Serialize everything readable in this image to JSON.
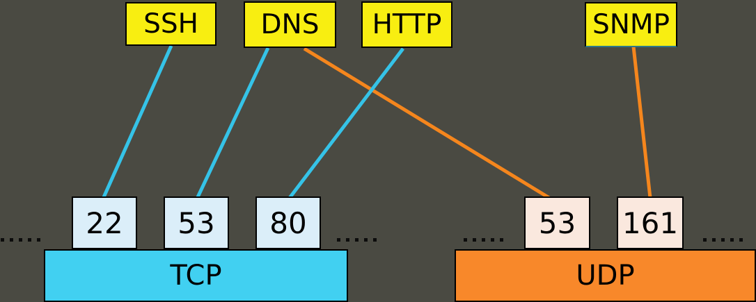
{
  "colors": {
    "background": "#4a4a42",
    "protocol_box_fill": "#f8ee11",
    "tcp_bar_fill": "#41d0f1",
    "tcp_port_fill": "#dbeef9",
    "udp_bar_fill": "#f8882a",
    "udp_port_fill": "#fae8de",
    "tcp_line": "#35c3e8",
    "udp_line": "#f5861d",
    "border": "#000000",
    "text": "#000000"
  },
  "protocols": {
    "ssh": {
      "label": "SSH"
    },
    "dns": {
      "label": "DNS"
    },
    "http": {
      "label": "HTTP"
    },
    "snmp": {
      "label": "SNMP"
    }
  },
  "transports": {
    "tcp": {
      "label": "TCP",
      "ports": [
        {
          "number": "22"
        },
        {
          "number": "53"
        },
        {
          "number": "80"
        }
      ]
    },
    "udp": {
      "label": "UDP",
      "ports": [
        {
          "number": "53"
        },
        {
          "number": "161"
        }
      ]
    }
  },
  "connections": [
    {
      "from": "SSH",
      "to": "TCP port 22",
      "color": "#35c3e8"
    },
    {
      "from": "DNS",
      "to": "TCP port 53",
      "color": "#35c3e8"
    },
    {
      "from": "DNS",
      "to": "UDP port 53",
      "color": "#f5861d"
    },
    {
      "from": "HTTP",
      "to": "TCP port 80",
      "color": "#35c3e8"
    },
    {
      "from": "SNMP",
      "to": "UDP port 161",
      "color": "#f5861d"
    }
  ],
  "ellipsis": {
    "glyph": ".....",
    "positions": [
      "far-left",
      "right-of-tcp-ports",
      "left-of-udp-ports",
      "far-right"
    ]
  }
}
